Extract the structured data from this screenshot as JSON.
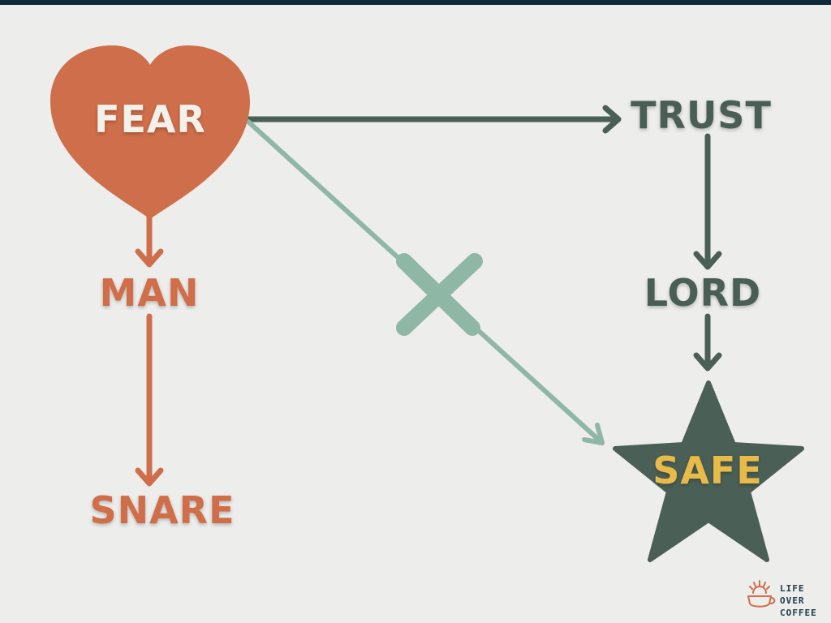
{
  "diagram": {
    "nodes": {
      "fear": "FEAR",
      "trust": "TRUST",
      "man": "MAN",
      "lord": "LORD",
      "snare": "SNARE",
      "safe": "SAFE"
    }
  },
  "logo": {
    "line1": "LIFE",
    "line2": "OVER",
    "line3": "COFFEE"
  },
  "colors": {
    "background": "#ededeb",
    "top_bar": "#0f2a3a",
    "fear_path": "#cf6e4a",
    "trust_path": "#4a5f56",
    "blocked_path": "#8fb7a6",
    "safe_text": "#e8bb4a"
  }
}
